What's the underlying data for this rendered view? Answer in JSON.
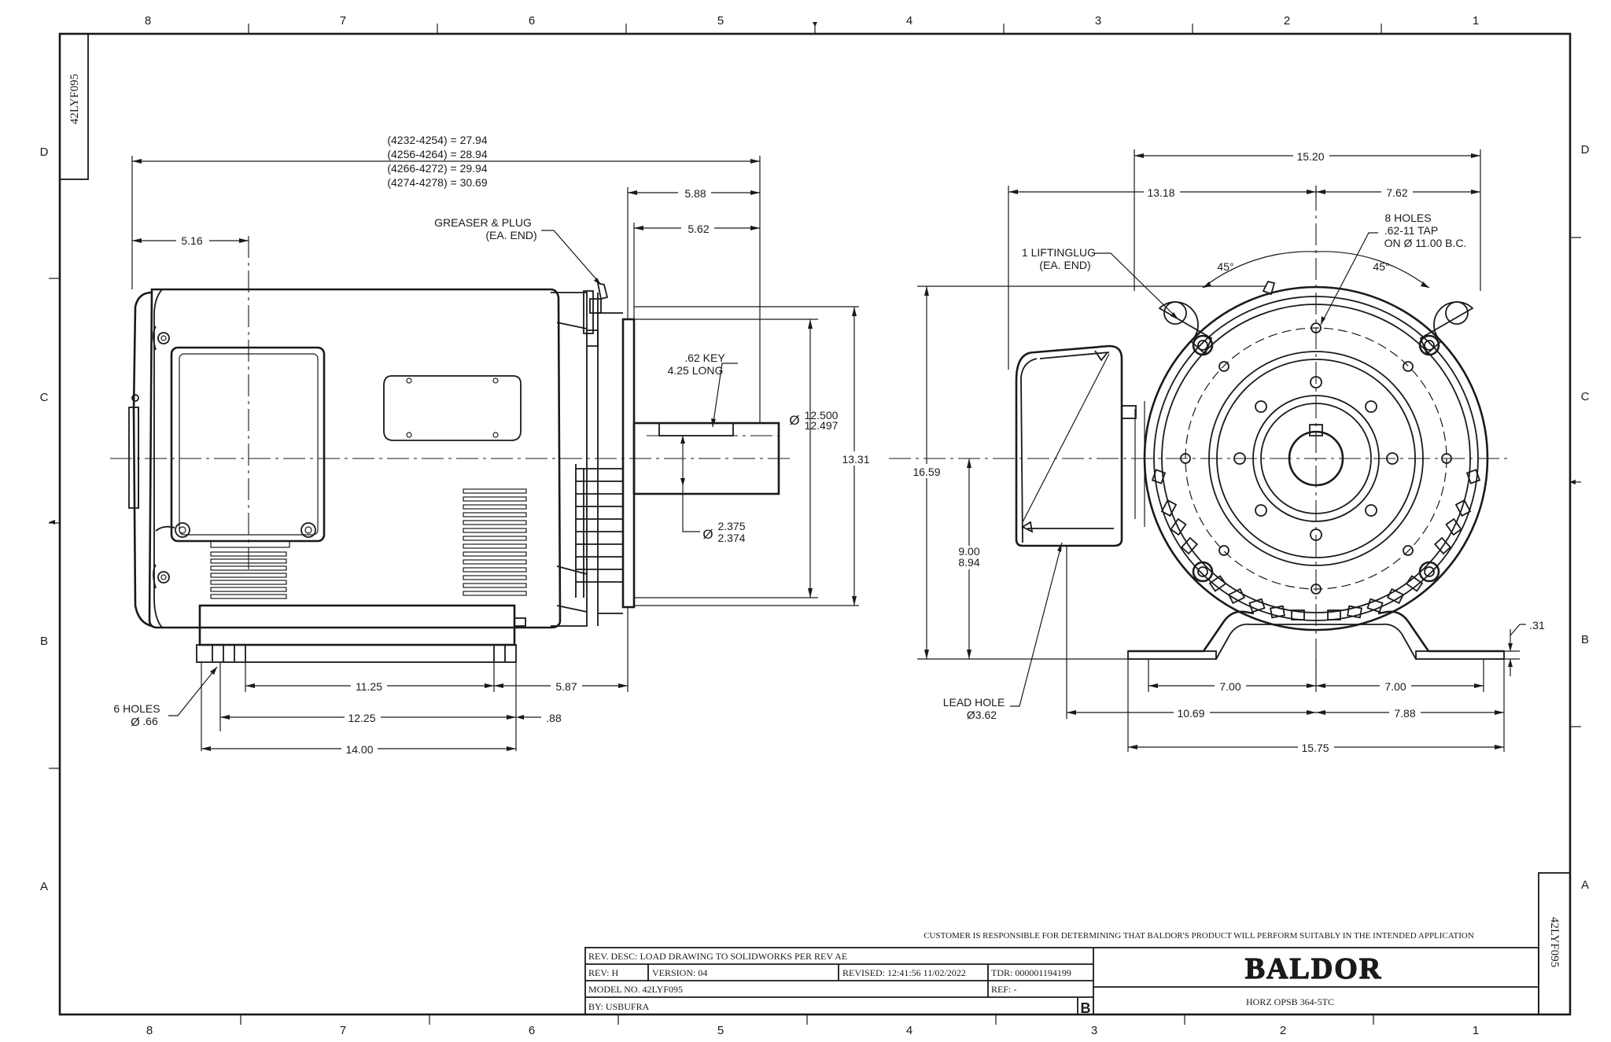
{
  "zones": {
    "columns": [
      "8",
      "7",
      "6",
      "5",
      "4",
      "3",
      "2",
      "1"
    ],
    "rows": [
      "D",
      "C",
      "B",
      "A"
    ]
  },
  "side_tab": "42LYF095",
  "side_view": {
    "length_lines": [
      "(4232-4254) = 27.94",
      "(4256-4264) = 28.94",
      "(4266-4272) = 29.94",
      "(4274-4278) = 30.69"
    ],
    "dim_5_16": "5.16",
    "dim_5_88": "5.88",
    "dim_5_62": "5.62",
    "greaser_1": "GREASER & PLUG",
    "greaser_2": "(EA. END)",
    "key_1": ".62 KEY",
    "key_2": "4.25 LONG",
    "pilot_upper": "12.500",
    "pilot_lower": "12.497",
    "dim_13_31": "13.31",
    "shaft_upper": "2.375",
    "shaft_lower": "2.374",
    "dim_11_25": "11.25",
    "dim_5_87": "5.87",
    "dim_12_25": "12.25",
    "dim_0_88": ".88",
    "dim_14_00": "14.00",
    "holes_1": "6 HOLES",
    "holes_2": ".66",
    "dia_symbol": "Ø"
  },
  "end_view": {
    "dim_15_20": "15.20",
    "dim_13_18": "13.18",
    "dim_7_62": "7.62",
    "holes8_1": "8 HOLES",
    "holes8_2": ".62-11 TAP",
    "holes8_3": "ON Ø 11.00 B.C.",
    "lift_1": "1 LIFTINGLUG",
    "lift_2": "(EA. END)",
    "angle_left": "45°",
    "angle_right": "45°",
    "dim_16_59": "16.59",
    "dim_9_upper": "9.00",
    "dim_9_lower": "8.94",
    "dim_0_31": ".31",
    "lead_1": "LEAD HOLE",
    "lead_2": "Ø3.62",
    "dim_7_00_left": "7.00",
    "dim_7_00_right": "7.00",
    "dim_10_69": "10.69",
    "dim_7_88": "7.88",
    "dim_15_75": "15.75"
  },
  "title_block": {
    "disclaimer": "CUSTOMER IS RESPONSIBLE FOR DETERMINING THAT BALDOR'S PRODUCT WILL PERFORM SUITABLY IN THE INTENDED APPLICATION",
    "rev_desc": "REV. DESC: LOAD DRAWING TO SOLIDWORKS PER REV AE",
    "rev": "REV:  H",
    "version": "VERSION:  04",
    "revised": "REVISED:  12:41:56 11/02/2022",
    "tdr": "TDR: 000001194199",
    "model": "MODEL NO.  42LYF095",
    "ref": "REF:  -",
    "by": "BY: USBUFRA",
    "size": "B",
    "brand": "BALDOR",
    "description": "HORZ OPSB 364-5TC",
    "side_tab": "42LYF095"
  }
}
